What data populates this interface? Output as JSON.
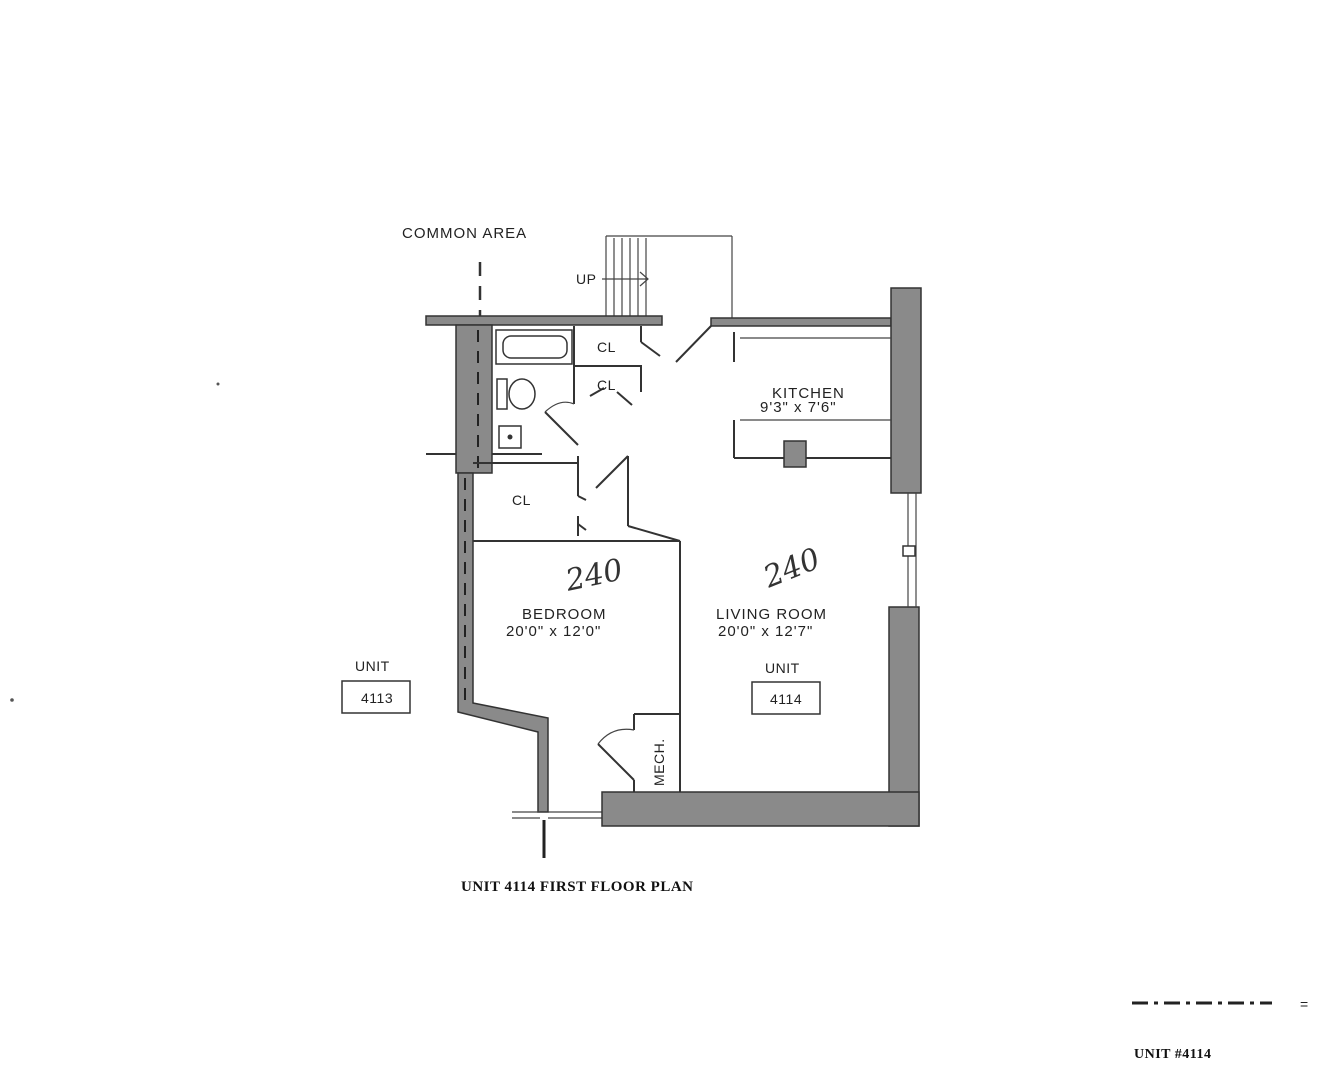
{
  "plan": {
    "common_area": "COMMON AREA",
    "stair_up": "UP",
    "closets": [
      "CL",
      "CL",
      "CL"
    ],
    "kitchen": {
      "name": "KITCHEN",
      "dims": "9'3\" x 7'6\""
    },
    "bedroom": {
      "name": "BEDROOM",
      "dims": "20'0\" x 12'0\"",
      "handwritten": "240"
    },
    "living_room": {
      "name": "LIVING ROOM",
      "dims": "20'0\" x 12'7\"",
      "handwritten": "240"
    },
    "mech": "MECH.",
    "unit_4113": {
      "label": "UNIT",
      "number": "4113"
    },
    "unit_4114": {
      "label": "UNIT",
      "number": "4114"
    },
    "title": "UNIT 4114 FIRST FLOOR PLAN"
  },
  "legend": {
    "suffix": "=",
    "unit_label": "UNIT #4114"
  }
}
